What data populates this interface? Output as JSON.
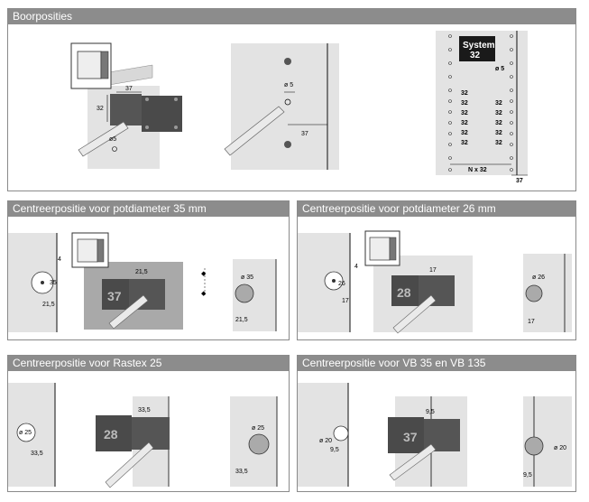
{
  "sections": {
    "boorposities": {
      "title": "Boorposities"
    },
    "cp35": {
      "title": "Centreerpositie voor potdiameter 35 mm"
    },
    "cp26": {
      "title": "Centreerpositie voor potdiameter 26 mm"
    },
    "rastex": {
      "title": "Centreerpositie voor Rastex 25"
    },
    "vb": {
      "title": "Centreerpositie voor VB 35 en VB 135"
    }
  },
  "labels": {
    "d37": "37",
    "d32": "32",
    "d5": "ø 5",
    "d5b": "ø5",
    "logo_line1": "System",
    "logo_line2": "32",
    "n32": "N x 32",
    "d4": "4",
    "d21_5": "21,5",
    "d35": "35",
    "d35b": "ø 35",
    "plate37": "37",
    "d17": "17",
    "d26": "ø 26",
    "d26b": "26",
    "plate28": "28",
    "d25": "ø 25",
    "d33_5": "33,5",
    "d20": "ø 20",
    "d9_5": "9,5"
  },
  "colors": {
    "header": "#8c8c8c",
    "panel_bg": "#e3e3e3",
    "plate": "#4a4a4a",
    "frame": "#ececec"
  }
}
